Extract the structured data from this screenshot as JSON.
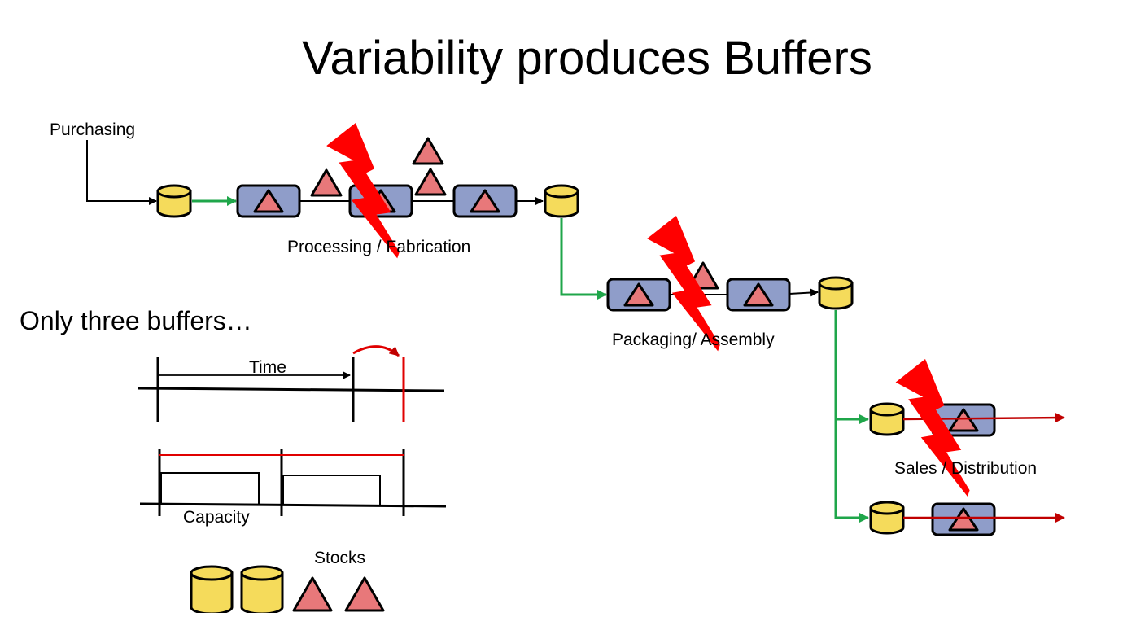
{
  "slide": {
    "title": "Variability produces Buffers",
    "subtitle": "Only three buffers…"
  },
  "flow": {
    "purchasing": "Purchasing",
    "processing": "Processing / Fabrication",
    "packaging": "Packaging/ Assembly",
    "sales": "Sales / Distribution"
  },
  "buffers": {
    "time": "Time",
    "capacity": "Capacity",
    "stocks": "Stocks"
  },
  "colors": {
    "stock_fill": "#f5db5b",
    "process_fill": "#8f9dc9",
    "triangle_fill": "#e8787a",
    "disturbance": "#ff0000",
    "flow_green": "#1fa64a",
    "flow_red": "#c00000"
  }
}
